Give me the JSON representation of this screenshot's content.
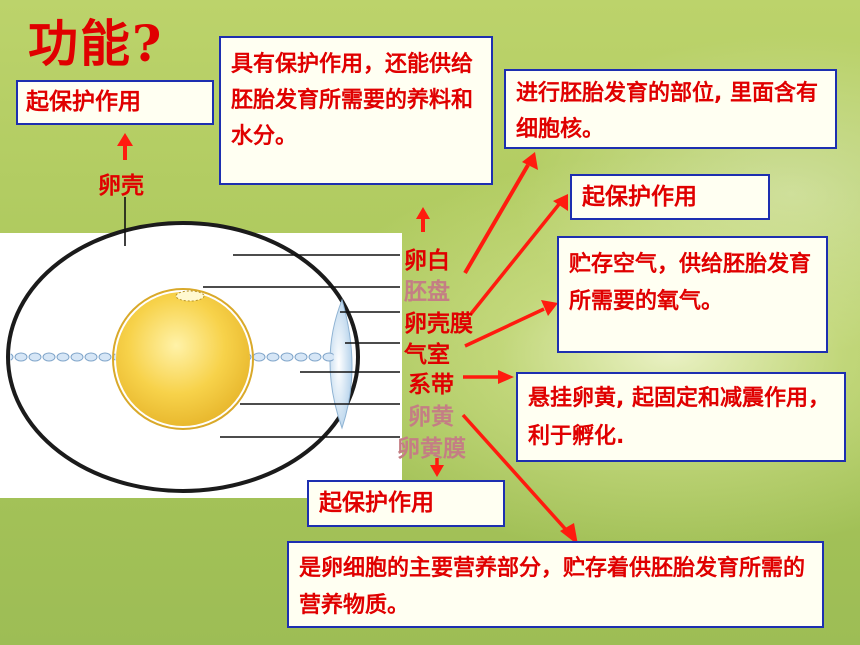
{
  "title": "功能?",
  "shell_label": "卵壳",
  "shell_function": "起保护作用",
  "egg_white_function": "具有保护作用，还能供给胚胎发育所需要的养料和水分。",
  "germinal_disc_function": "进行胚胎发育的部位, 里面含有细胞核。",
  "shell_membrane_function": "起保护作用",
  "air_cell_function": "贮存空气，供给胚胎发育所需要的氧气。",
  "chalaza_function": "悬挂卵黄, 起固定和减震作用，利于孵化.",
  "yolk_membrane_function": "起保护作用",
  "yolk_function": "是卵细胞的主要营养部分，贮存着供胚胎发育所需的营养物质。",
  "parts": {
    "egg_white": "卵白",
    "germinal_disc": "胚盘",
    "shell_membrane": "卵壳膜",
    "air_cell": "气室",
    "chalaza": "系带",
    "yolk": "卵黄",
    "yolk_membrane": "卵黄膜"
  },
  "colors": {
    "text_red": "#e00000",
    "text_mauve": "#c47e84",
    "box_border": "#1d2fb0",
    "box_fill": "#fffff2",
    "yolk": "#f7d24a",
    "air_cell": "#bcd8ef"
  }
}
